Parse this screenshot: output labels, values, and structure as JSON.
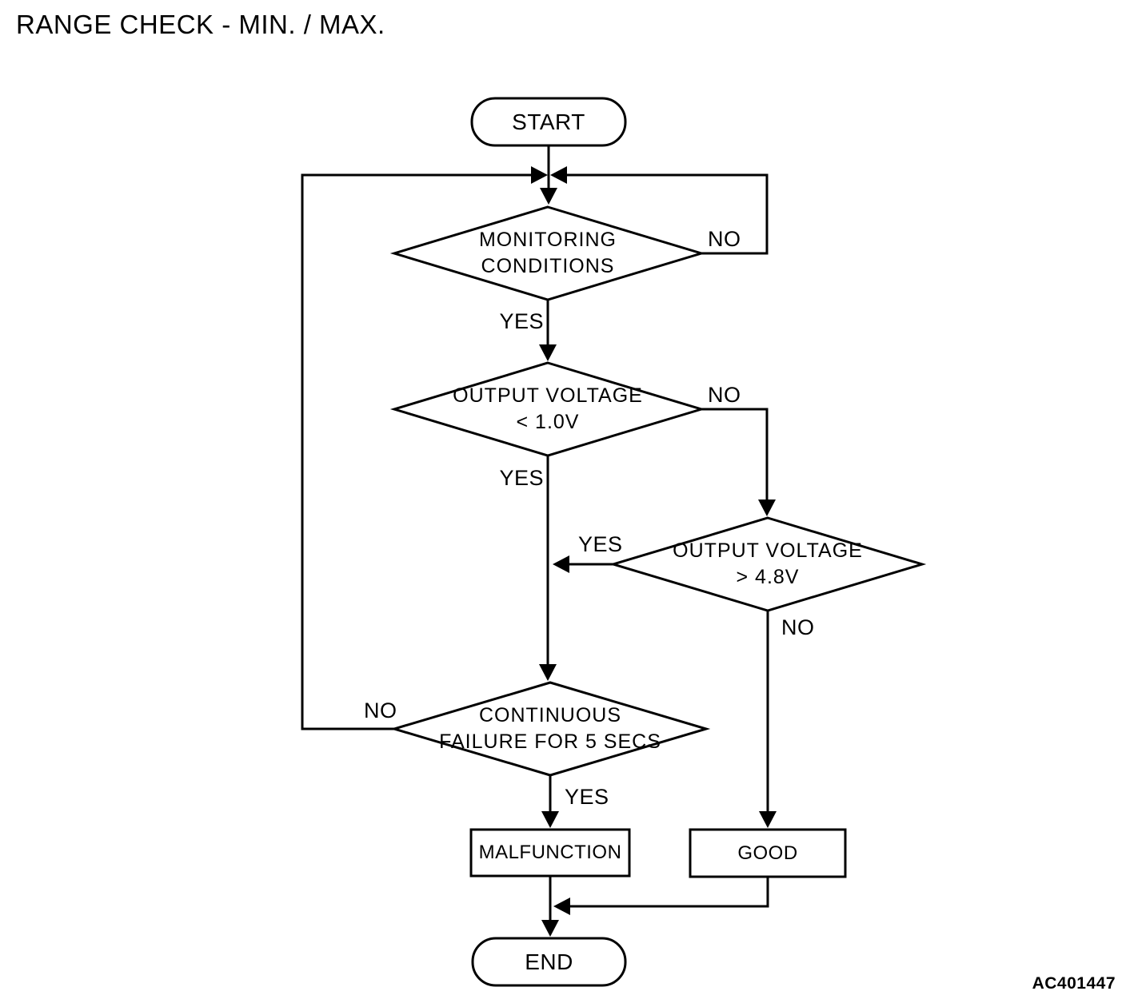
{
  "title": "RANGE CHECK - MIN. / MAX.",
  "figure_code": "AC401447",
  "colors": {
    "ink": "#000000",
    "background": "#ffffff"
  },
  "nodes": {
    "start": {
      "label": "START"
    },
    "monitoring_conditions": {
      "line1": "MONITORING",
      "line2": "CONDITIONS"
    },
    "output_voltage_min": {
      "line1": "OUTPUT VOLTAGE",
      "line2": "< 1.0V"
    },
    "output_voltage_max": {
      "line1": "OUTPUT VOLTAGE",
      "line2": "> 4.8V"
    },
    "continuous_failure": {
      "line1": "CONTINUOUS",
      "line2": "FAILURE FOR 5 SECS"
    },
    "malfunction": {
      "label": "MALFUNCTION"
    },
    "good": {
      "label": "GOOD"
    },
    "end": {
      "label": "END"
    }
  },
  "edge_labels": {
    "monitoring_conditions_no": "NO",
    "monitoring_conditions_yes": "YES",
    "output_voltage_min_no": "NO",
    "output_voltage_min_yes": "YES",
    "output_voltage_max_yes": "YES",
    "output_voltage_max_no": "NO",
    "continuous_failure_no": "NO",
    "continuous_failure_yes": "YES"
  }
}
